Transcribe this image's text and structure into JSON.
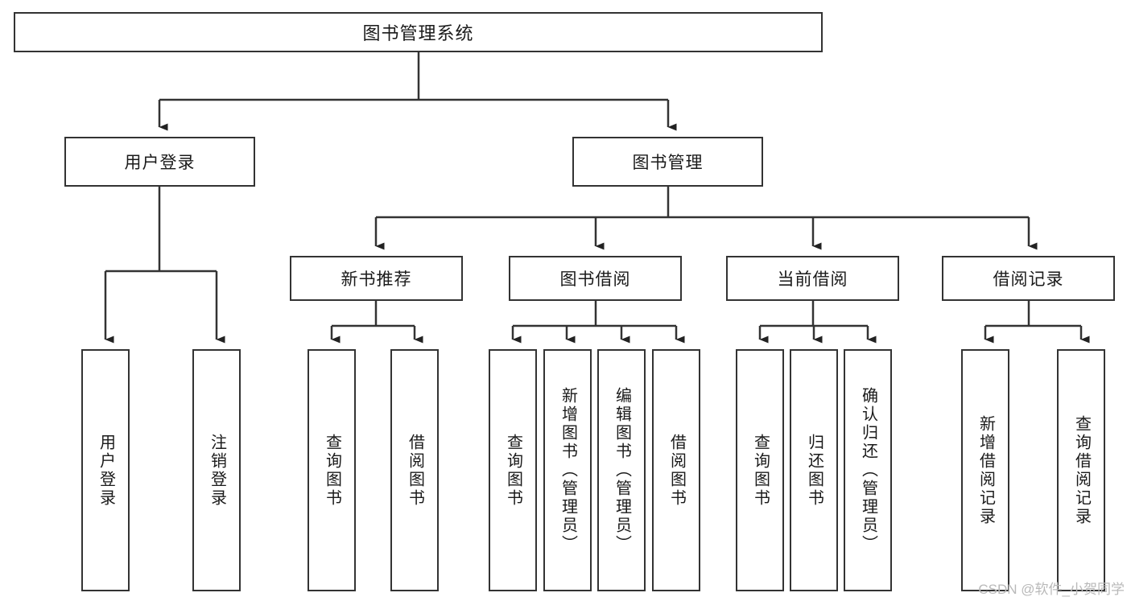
{
  "diagram": {
    "type": "tree-hierarchy-chart",
    "title": "图书管理系统",
    "stroke_color": "#333333",
    "fill_color": "#ffffff",
    "text_color": "#1a1a1a",
    "nodes": {
      "root": {
        "label": "图书管理系统",
        "level": 0
      },
      "l1": [
        {
          "id": "user_login",
          "label": "用户登录"
        },
        {
          "id": "book_manage",
          "label": "图书管理"
        }
      ],
      "l2": [
        {
          "id": "new_book_rec",
          "label": "新书推荐",
          "parent": "book_manage"
        },
        {
          "id": "book_borrow",
          "label": "图书借阅",
          "parent": "book_manage"
        },
        {
          "id": "current_borrow",
          "label": "当前借阅",
          "parent": "book_manage"
        },
        {
          "id": "borrow_record",
          "label": "借阅记录",
          "parent": "book_manage"
        }
      ],
      "leaves": [
        {
          "id": "leaf_user_login",
          "label": "用户登录",
          "parent": "user_login"
        },
        {
          "id": "leaf_logout",
          "label": "注销登录",
          "parent": "user_login"
        },
        {
          "id": "leaf_query_book_1",
          "label": "查询图书",
          "parent": "new_book_rec"
        },
        {
          "id": "leaf_borrow_book_1",
          "label": "借阅图书",
          "parent": "new_book_rec"
        },
        {
          "id": "leaf_query_book_2",
          "label": "查询图书",
          "parent": "book_borrow"
        },
        {
          "id": "leaf_add_book",
          "label": "新增图书（管理员）",
          "parent": "book_borrow"
        },
        {
          "id": "leaf_edit_book",
          "label": "编辑图书（管理员）",
          "parent": "book_borrow"
        },
        {
          "id": "leaf_borrow_book_2",
          "label": "借阅图书",
          "parent": "book_borrow"
        },
        {
          "id": "leaf_query_book_3",
          "label": "查询图书",
          "parent": "current_borrow"
        },
        {
          "id": "leaf_return_book",
          "label": "归还图书",
          "parent": "current_borrow"
        },
        {
          "id": "leaf_confirm_return",
          "label": "确认归还（管理员）",
          "parent": "current_borrow"
        },
        {
          "id": "leaf_add_record",
          "label": "新增借阅记录",
          "parent": "borrow_record"
        },
        {
          "id": "leaf_query_record",
          "label": "查询借阅记录",
          "parent": "borrow_record"
        }
      ]
    }
  },
  "watermark": {
    "text": "CSDN @软件_小贺同学"
  }
}
